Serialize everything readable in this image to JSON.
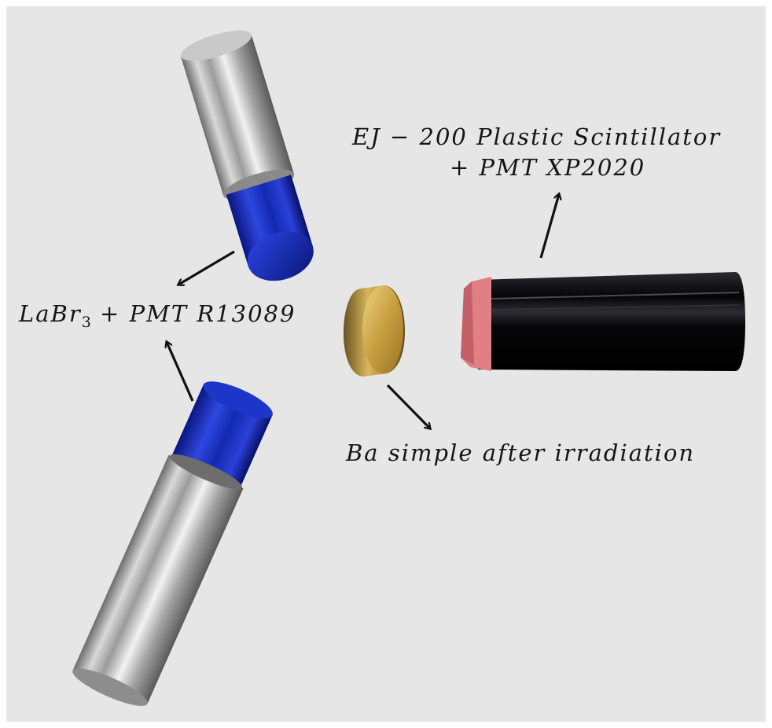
{
  "labels": {
    "labr3_prefix": "LaBr",
    "labr3_sub": "3",
    "labr3_suffix": " + PMT  R13089",
    "ej200_line1": "EJ − 200 Plastic Scintillator",
    "ej200_line2": "+ PMT  XP2020",
    "ba_sample": "Ba simple after irradiation"
  },
  "colors": {
    "background": "#e6e6e6",
    "steel": "#b8b8b8",
    "blue_crystal": "#1a2fb8",
    "gold_sample": "#c8a24a",
    "plastic_black": "#0c0c0e",
    "plastic_pink": "#e07f86",
    "arrow": "#111111"
  }
}
